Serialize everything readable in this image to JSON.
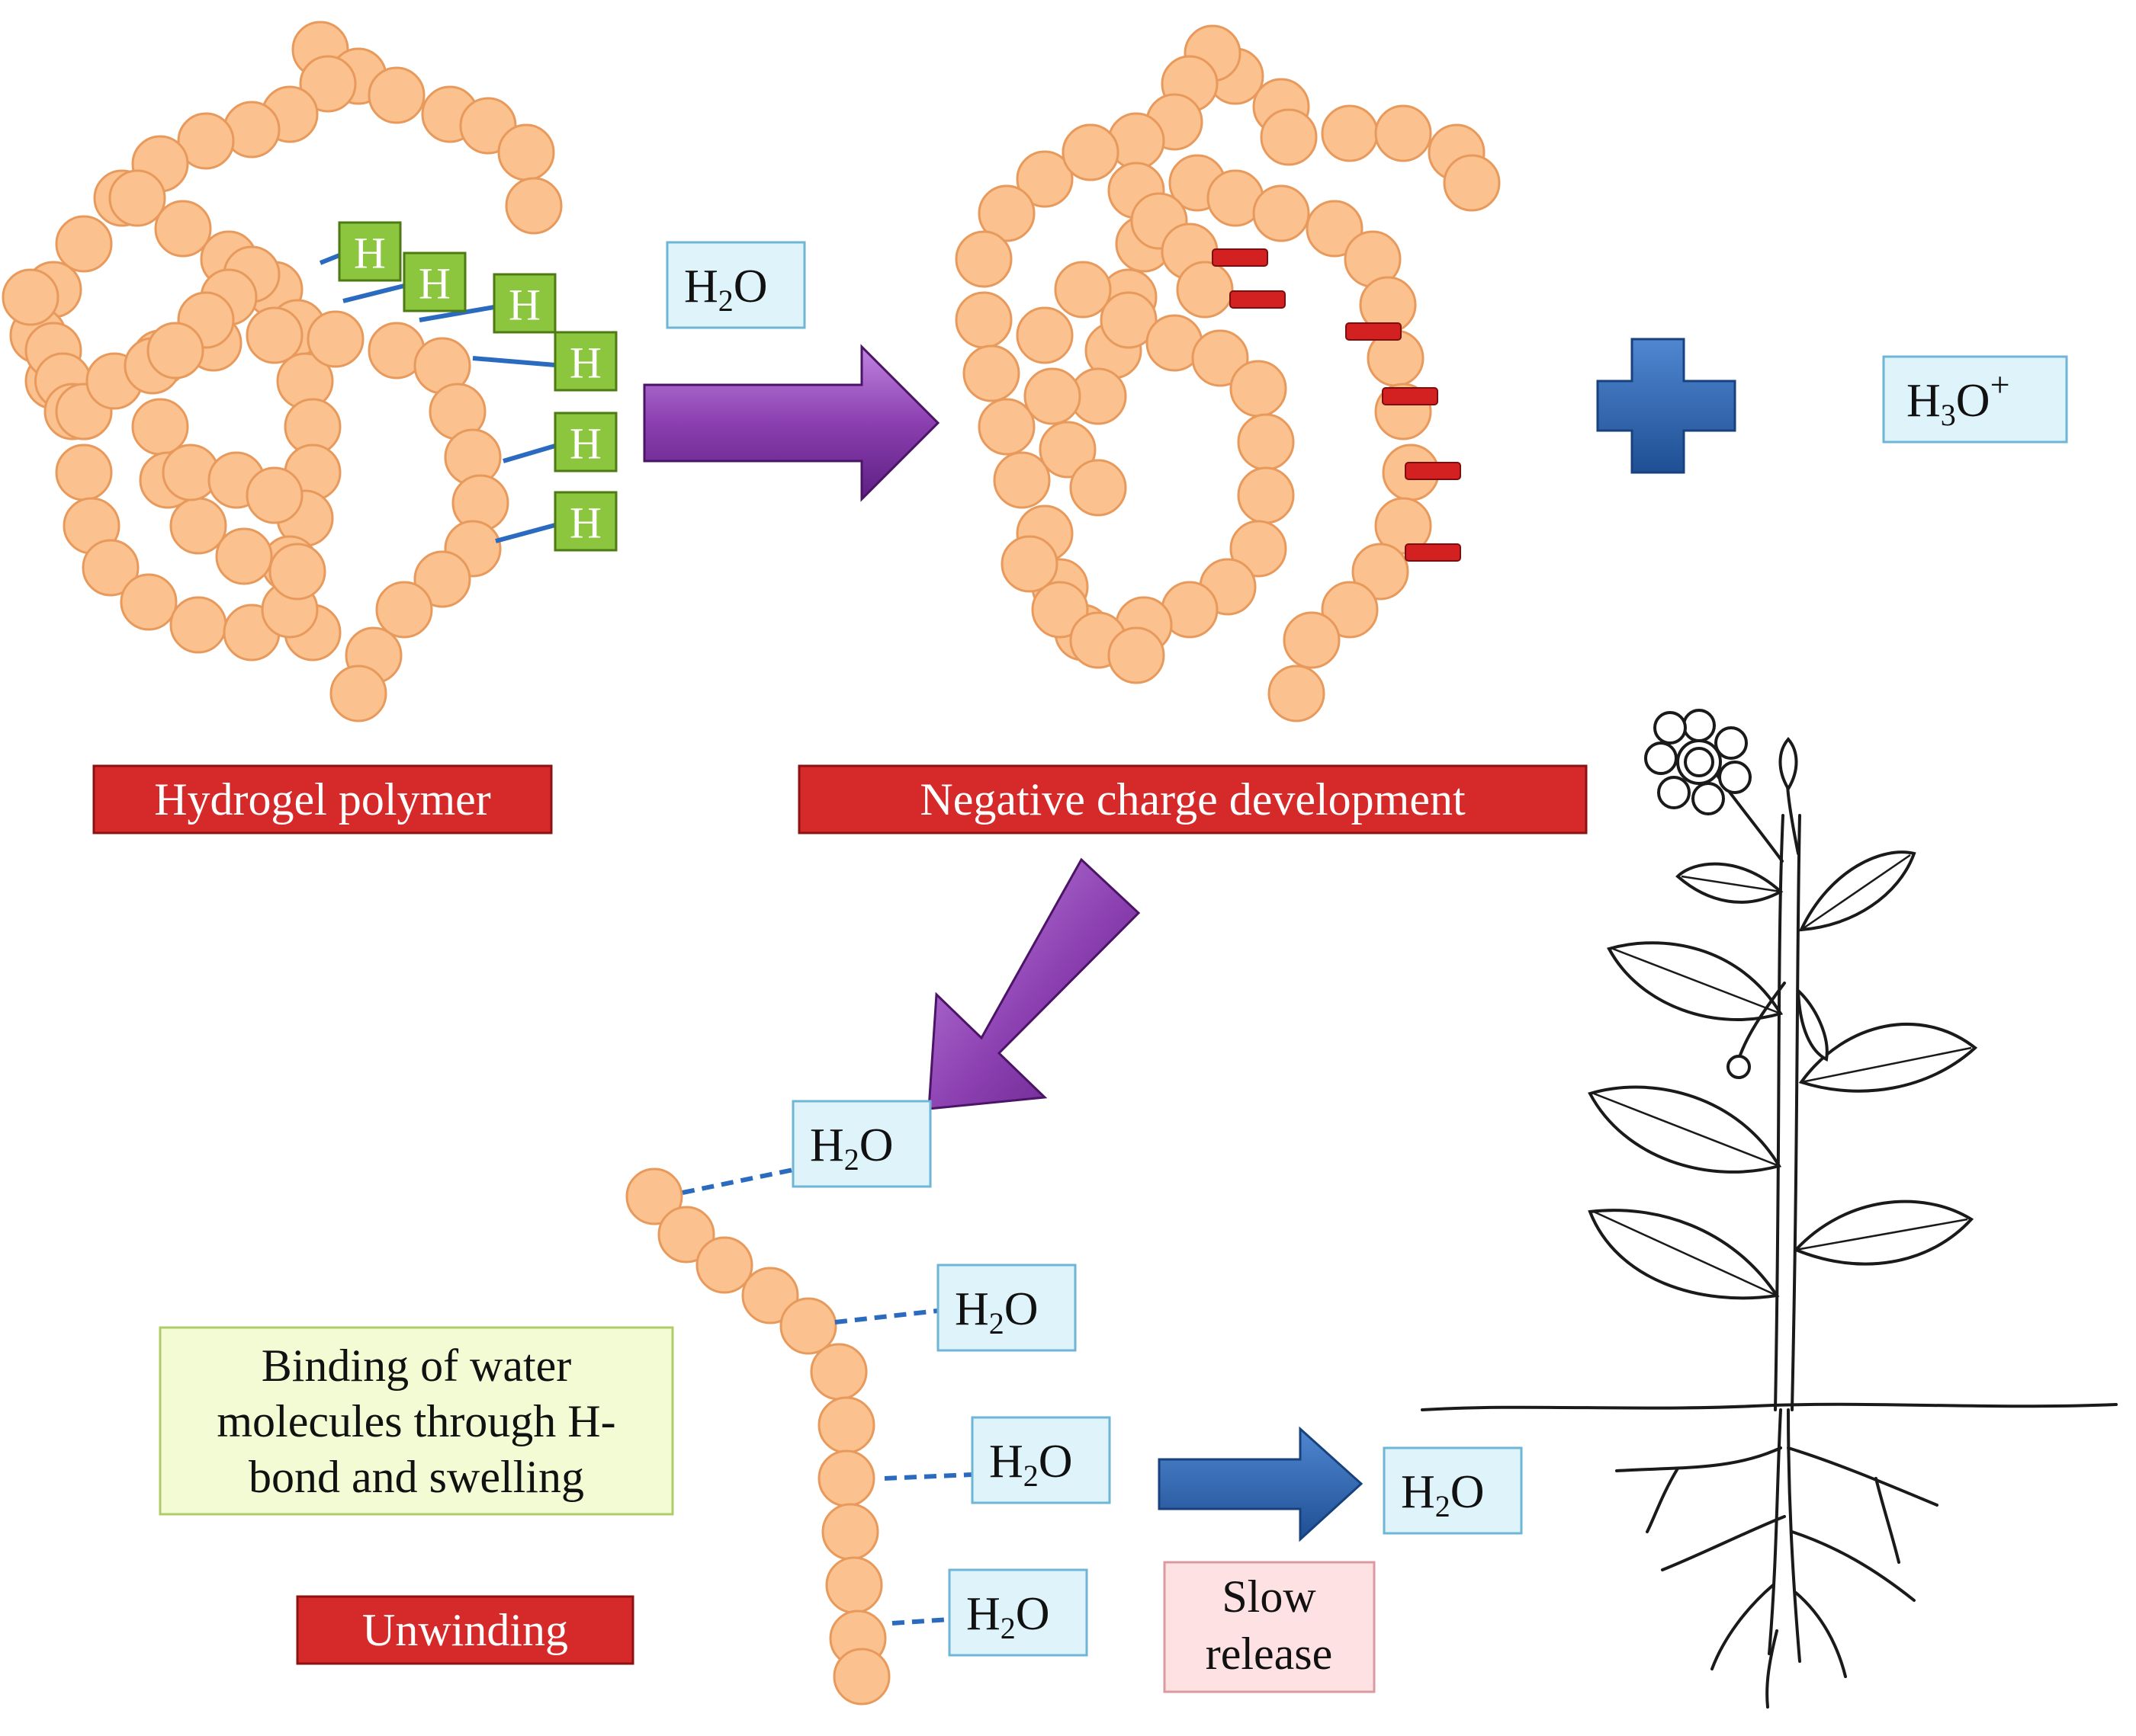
{
  "labels": {
    "hydrogel_polymer": "Hydrogel polymer",
    "negative_charge": "Negative charge development",
    "unwinding": "Unwinding",
    "binding": [
      "Binding of water",
      "molecules through H-",
      "bond and swelling"
    ],
    "slow_release": [
      "Slow",
      "release"
    ]
  },
  "hydrogen_label": "H",
  "water": {
    "base": "H",
    "sub": "2",
    "tail": "O"
  },
  "hydronium": {
    "base": "H",
    "sub": "3",
    "tail": "O",
    "sup": "+"
  },
  "colors": {
    "bead": "#fbc18e",
    "hydrogen_box": "#8cc63f",
    "water_box": "#dff3fb",
    "label_red": "#d62a2a",
    "arrow_purple": "#8b3fb0",
    "arrow_blue": "#2b63b0",
    "plus_blue": "#2b63b0"
  }
}
